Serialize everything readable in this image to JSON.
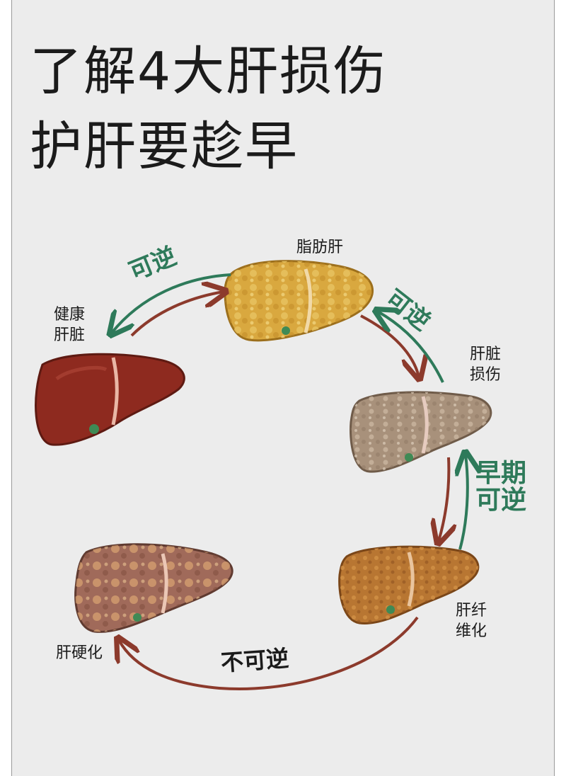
{
  "title": {
    "line1": "了解4大肝损伤",
    "line2": "护肝要趁早"
  },
  "stages": {
    "healthy": [
      "健康",
      "肝脏"
    ],
    "fatty": "脂肪肝",
    "damage": [
      "肝脏",
      "损伤"
    ],
    "fibrosis": [
      "肝纤",
      "维化"
    ],
    "cirrhosis": "肝硬化"
  },
  "arrows": {
    "reversible_1": "可逆",
    "reversible_2": "可逆",
    "early_reversible": [
      "早期",
      "可逆"
    ],
    "irreversible": "不可逆"
  },
  "colors": {
    "background": "#ececec",
    "title": "#1b1b1b",
    "reversible_arrow": "#2e7a5a",
    "progress_arrow": "#8c3a2c",
    "liver_healthy": "#8e2a1f",
    "liver_fatty": "#d9a83f",
    "liver_damage": "#a8917b",
    "liver_fibrosis": "#b87632",
    "liver_cirrhosis": "#a06a5a"
  }
}
